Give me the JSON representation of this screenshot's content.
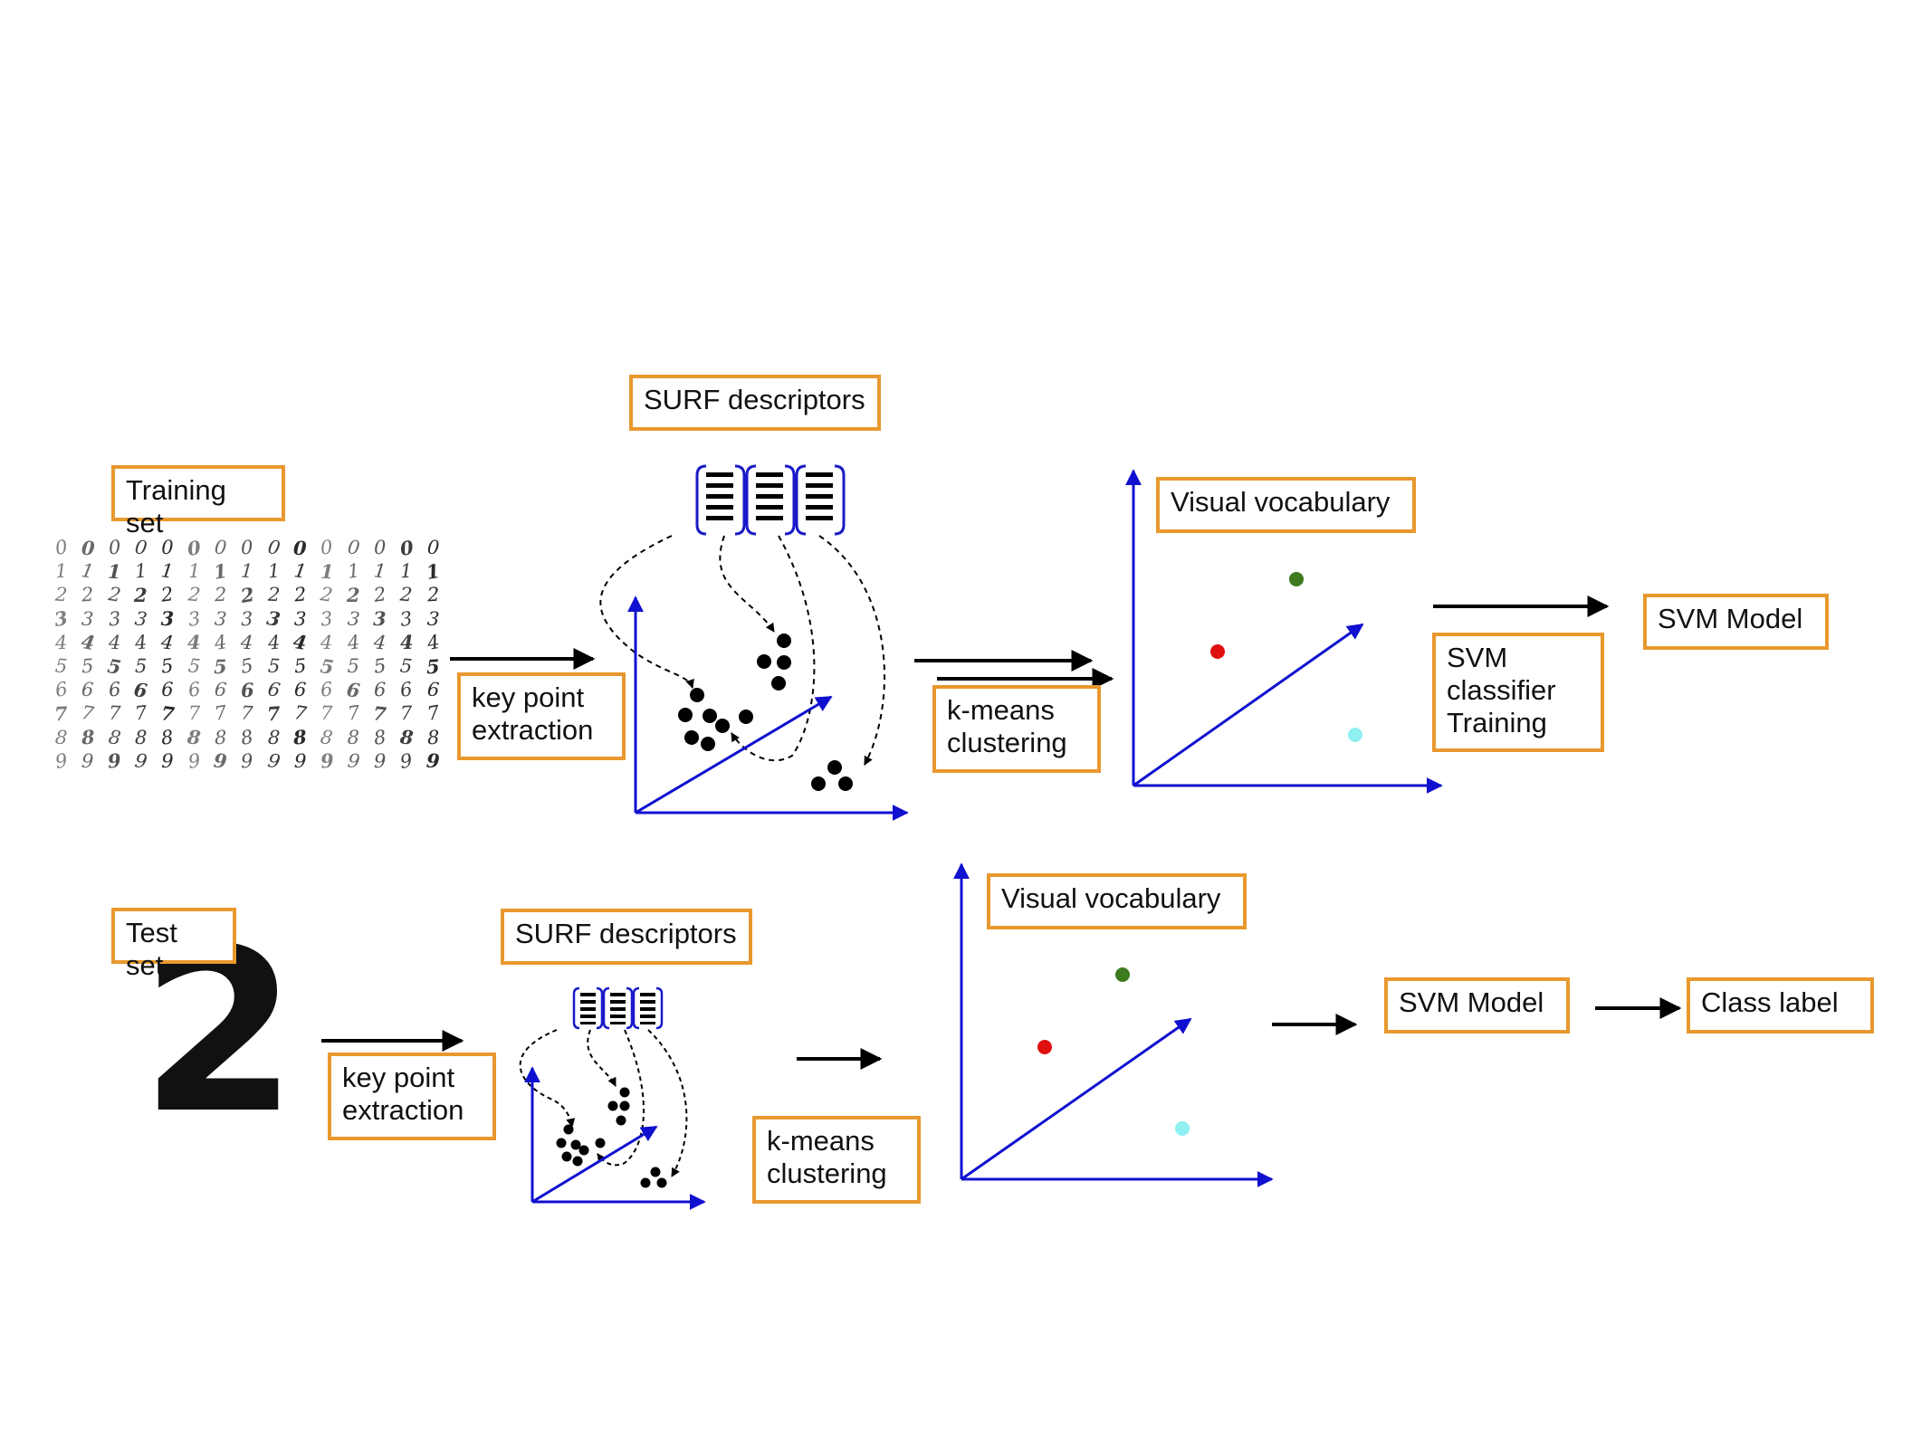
{
  "training": {
    "set_label": "Training set",
    "digit_rows": [
      "000000000000000",
      "111111111111111",
      "222222222222222",
      "333333333333333",
      "444444444444444",
      "555555555555555",
      "666666666666666",
      "777777777777777",
      "888888888888888",
      "999999999999999"
    ],
    "keypoint_label": "key point\n extraction",
    "surf_label": "SURF descriptors",
    "kmeans_label": "k-means\nclustering",
    "vocab_label": "Visual vocabulary",
    "svm_training_label": "SVM\nclassifier\nTraining",
    "svm_model_label": "SVM Model"
  },
  "test": {
    "set_label": "Test set",
    "digit": "2",
    "keypoint_label": "key point\n extraction",
    "surf_label": "SURF descriptors",
    "kmeans_label": "k-means\nclustering",
    "vocab_label": "Visual vocabulary",
    "svm_model_label": "SVM Model",
    "class_label": "Class label"
  },
  "colors": {
    "box_border": "#E8982E",
    "axis": "#1010D0",
    "descriptor_bracket": "#1A1AC8",
    "cluster_red": "#E01010",
    "cluster_green": "#3E7A1E",
    "cluster_cyan": "#8EF0F0"
  }
}
